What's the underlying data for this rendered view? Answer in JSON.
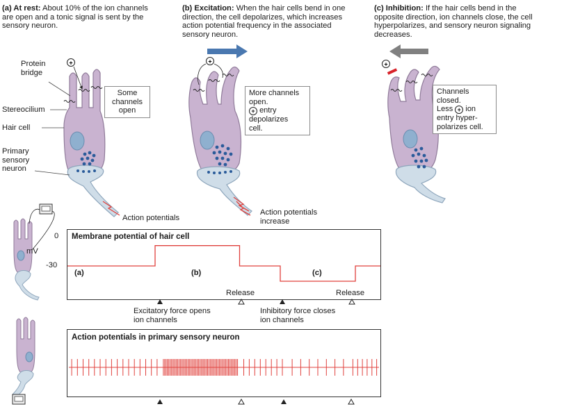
{
  "panel_a": {
    "heading": "(a) At rest:",
    "text_lines": [
      "About 10% of the ion channels",
      "are open and a tonic signal is sent by the",
      "sensory neuron."
    ],
    "labels": {
      "protein_bridge": [
        "Protein",
        "bridge"
      ],
      "stereocilium": "Stereocilium",
      "hair_cell": "Hair cell",
      "primary_sensory_neuron": [
        "Primary",
        "sensory",
        "neuron"
      ],
      "action_potentials": "Action potentials"
    },
    "box_lines": [
      "Some",
      "channels",
      "open"
    ]
  },
  "panel_b": {
    "heading": "(b) Excitation:",
    "text_lines": [
      "When the hair cells bend in one",
      "direction, the cell depolarizes, which increases",
      "action potential frequency in the associated",
      "sensory neuron."
    ],
    "box_lines": [
      "More channels",
      "open.",
      "entry",
      "depolarizes",
      "cell."
    ],
    "action_potentials_lines": [
      "Action potentials",
      "increase"
    ]
  },
  "panel_c": {
    "heading": "(c) Inhibition:",
    "text_lines": [
      "If the hair cells bend in the",
      "opposite direction, ion channels close, the cell",
      "hyperpolarizes, and sensory neuron signaling",
      "decreases."
    ],
    "box_lines": [
      "Channels",
      "closed.",
      "Less",
      "ion",
      "entry hyper-",
      "polarizes cell."
    ]
  },
  "ion_symbol": "+",
  "membrane_plot": {
    "title": "Membrane potential of hair cell",
    "y_unit": "mV",
    "y_ticks": [
      "0",
      "-30"
    ],
    "phase_labels": [
      "(a)",
      "(b)",
      "(c)"
    ],
    "release_label": "Release",
    "event_labels": {
      "excitatory": [
        "Excitatory force opens",
        "ion channels"
      ],
      "inhibitory": [
        "Inhibitory force closes",
        "ion channels"
      ]
    },
    "trace": [
      {
        "from": 0.0,
        "to": 0.28,
        "level": -30
      },
      {
        "from": 0.28,
        "to": 0.55,
        "level": -10
      },
      {
        "from": 0.55,
        "to": 0.68,
        "level": -30
      },
      {
        "from": 0.68,
        "to": 0.92,
        "level": -45
      },
      {
        "from": 0.92,
        "to": 1.0,
        "level": -30
      }
    ]
  },
  "spike_plot": {
    "title": "Action potentials in primary sensory neuron",
    "phases": [
      {
        "from": 0.0,
        "to": 0.3,
        "spikes": 16
      },
      {
        "from": 0.3,
        "to": 0.55,
        "spikes": 58
      },
      {
        "from": 0.55,
        "to": 0.7,
        "spikes": 8
      },
      {
        "from": 0.7,
        "to": 0.9,
        "spikes": 7
      },
      {
        "from": 0.9,
        "to": 1.0,
        "spikes": 6
      }
    ]
  },
  "colors": {
    "cell_fill": "#c9b3d0",
    "cell_stroke": "#8f7a99",
    "neuron_fill": "#cfdde8",
    "nucleus": "#8fb0cf",
    "vesicle": "#2a5b9a",
    "trace": "#e0403c",
    "excite_arrow": "#4a78b0",
    "inhibit_arrow": "#808080",
    "minus": "#d8232a"
  }
}
